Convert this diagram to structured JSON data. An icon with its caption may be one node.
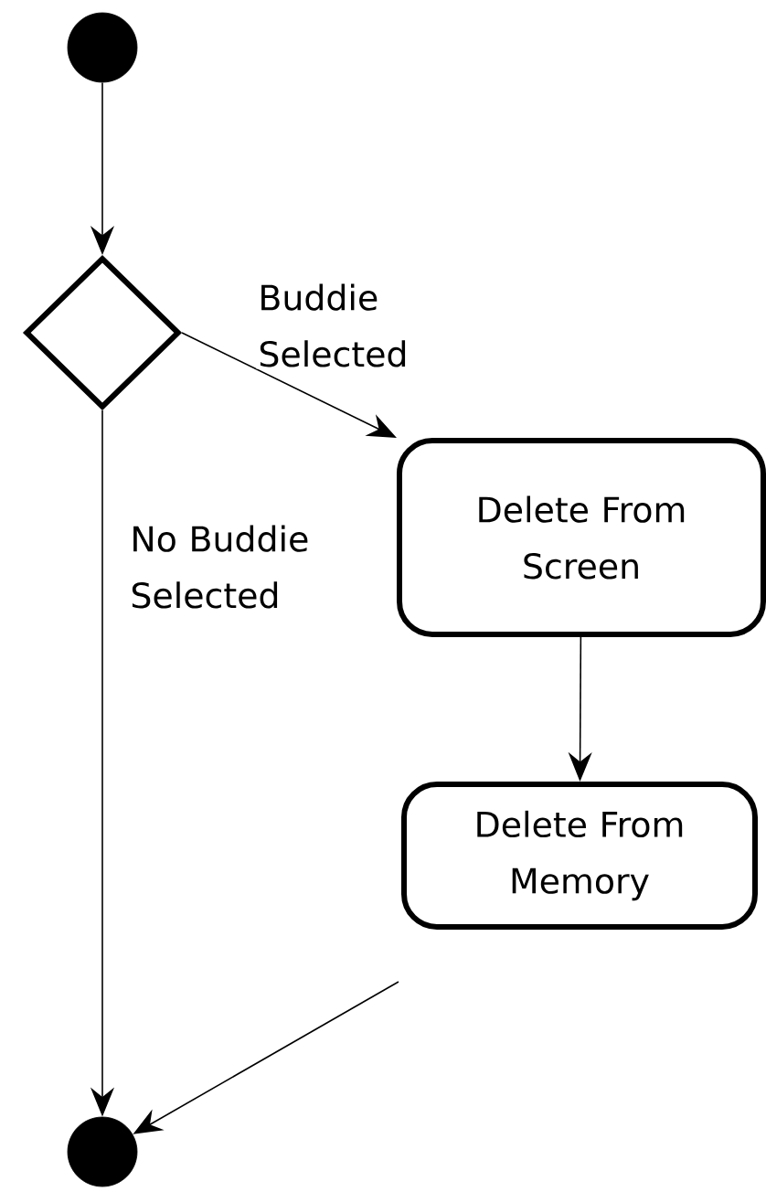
{
  "diagram": {
    "nodes": [
      {
        "text": [],
        "shape": "circle"
      },
      {
        "text": [],
        "shape": "diamond"
      },
      {
        "text": [
          "Delete From Screen"
        ]
      },
      {
        "text": [
          "Delete From Memory"
        ]
      },
      {
        "text": [],
        "shape": "circle"
      }
    ],
    "edges": [
      {
        "from": 0,
        "to": 1,
        "arrow": "to"
      },
      {
        "from": 1,
        "to": 2,
        "arrow": "to",
        "label": "Buddie Selected"
      },
      {
        "from": 1,
        "to": 4,
        "arrow": "to",
        "label": "No Buddie Selected"
      },
      {
        "from": 2,
        "to": 3,
        "arrow": "to"
      },
      {
        "from": 3,
        "to": 4,
        "arrow": "to"
      }
    ]
  }
}
